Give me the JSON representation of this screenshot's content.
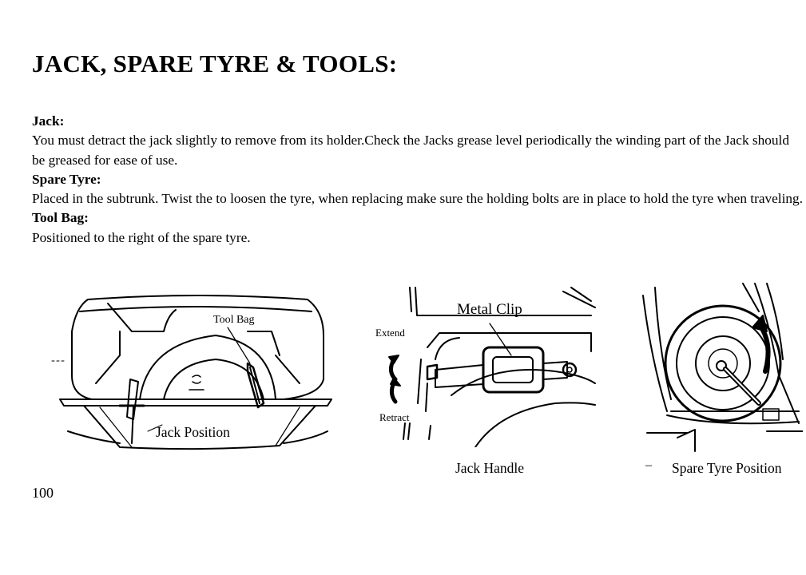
{
  "title": "JACK, SPARE TYRE & TOOLS:",
  "sections": [
    {
      "heading": "Jack:",
      "text": "You must detract the jack slightly to remove from its holder.Check the Jacks grease level periodically the winding part of the Jack should be greased for ease of use."
    },
    {
      "heading": "Spare Tyre:",
      "text": " Placed in the subtrunk. Twist the  to loosen the tyre, when replacing make sure the holding bolts are in place to hold the tyre when traveling."
    },
    {
      "heading": "Tool Bag:",
      "text": "Positioned to the right of the spare tyre."
    }
  ],
  "figures": {
    "trunk": {
      "label_tool_bag": "Tool Bag",
      "label_jack_position": "Jack Position"
    },
    "jack": {
      "label_metal_clip": "Metal Clip",
      "label_extend": "Extend",
      "label_retract": "Retract",
      "caption": "Jack Handle"
    },
    "spare": {
      "caption_dash": "–",
      "caption": "Spare Tyre Position"
    }
  },
  "page_number": "100"
}
